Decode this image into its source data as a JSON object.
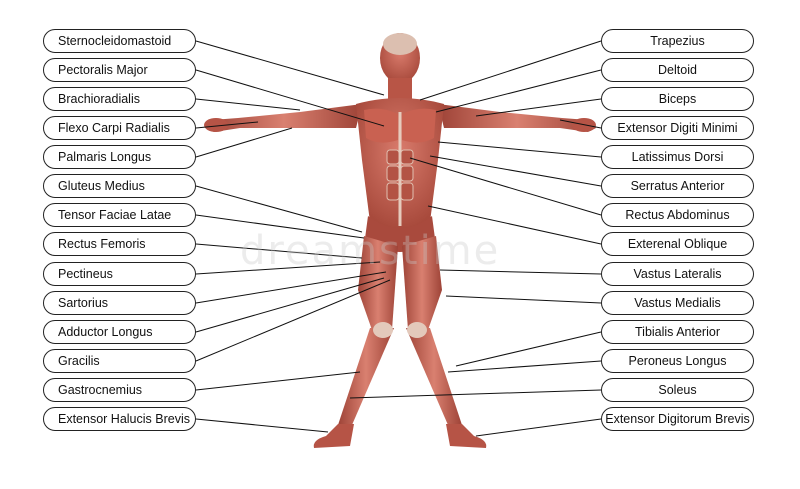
{
  "left_labels": [
    "Sternocleidomastoid",
    "Pectoralis Major",
    "Brachioradialis",
    "Flexo Carpi Radialis",
    "Palmaris Longus",
    "Gluteus Medius",
    "Tensor Faciae Latae",
    "Rectus Femoris",
    "Pectineus",
    "Sartorius",
    "Adductor Longus",
    "Gracilis",
    "Gastrocnemius",
    "Extensor Halucis Brevis"
  ],
  "right_labels": [
    "Trapezius",
    "Deltoid",
    "Biceps",
    "Extensor Digiti Minimi",
    "Latissimus Dorsi",
    "Serratus Anterior",
    "Rectus Abdominus",
    "Exterenal  Oblique",
    "Vastus Lateralis",
    "Vastus Medialis",
    "Tibialis Anterior",
    "Peroneus  Longus",
    "Soleus",
    "Extensor Digitorum Brevis"
  ],
  "watermark": "dreamstime",
  "colors": {
    "muscle": "#c8685a",
    "muscle_dark": "#9e4337",
    "tendon": "#e8d2c4",
    "line": "#111111"
  }
}
